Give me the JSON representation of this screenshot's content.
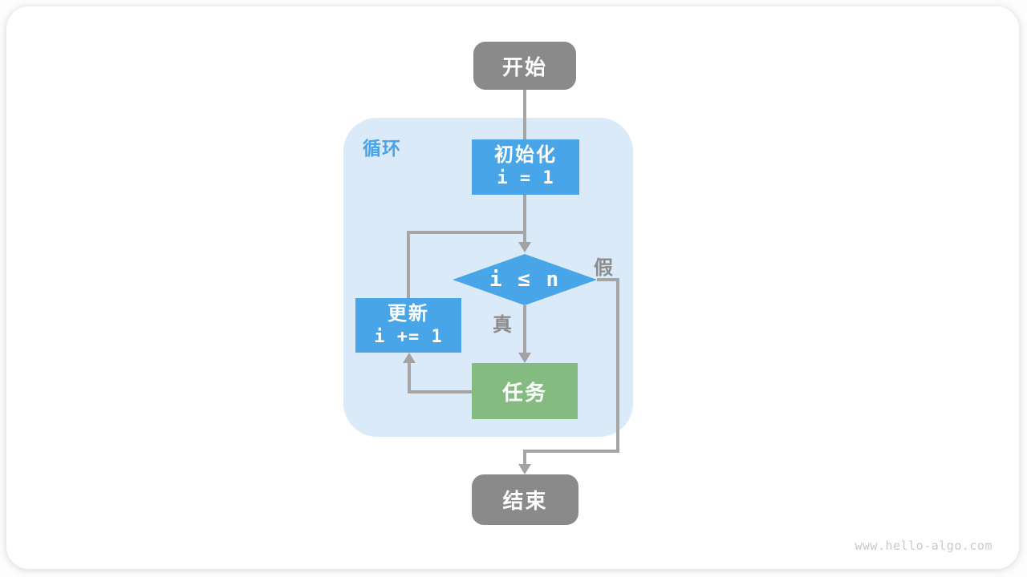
{
  "flowchart": {
    "start_label": "开始",
    "loop_label": "循环",
    "init_line1": "初始化",
    "init_line2": "i = 1",
    "condition_label": "i ≤ n",
    "false_label": "假",
    "true_label": "真",
    "update_line1": "更新",
    "update_line2": "i += 1",
    "task_label": "任务",
    "end_label": "结束"
  },
  "page": {
    "watermark": "www.hello-algo.com"
  },
  "colors": {
    "process_blue": "#47A5E8",
    "task_green": "#84BB81",
    "terminal_gray": "#8A8A8A",
    "loop_container_bg": "#DBEAF8",
    "connector_gray": "#A5A5A5",
    "edge_label_gray": "#8C8C8C",
    "loop_label_blue": "#47A4E9",
    "watermark_gray": "#C9C9C9"
  }
}
